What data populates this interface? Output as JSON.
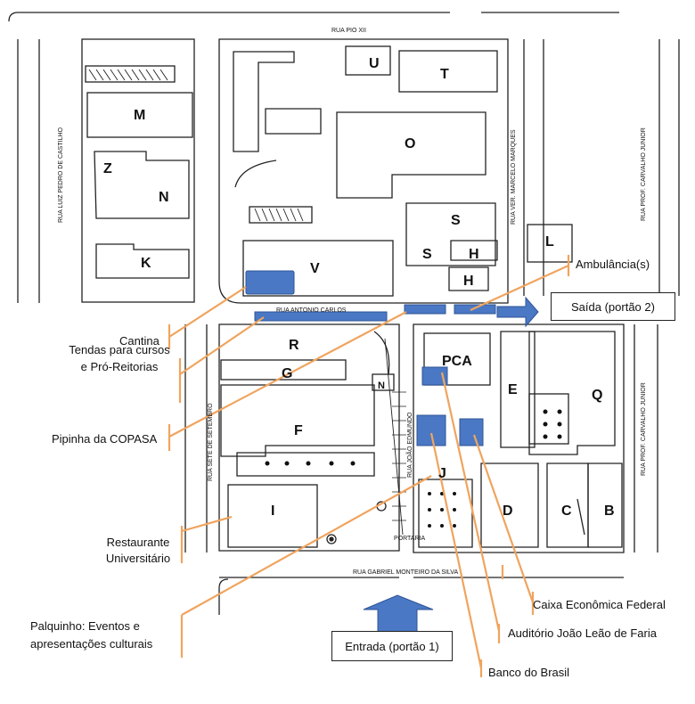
{
  "streets": {
    "top": "RUA PIO XII",
    "bottom": "RUA GABRIEL MONTEIRO DA SILVA",
    "left": "RUA LUIZ PEDRO DE CASTILHO",
    "right_upper": "RUA PROF. CARVALHO JUNIOR",
    "right_lower": "RUA PROF. CARVALHO JUNIOR",
    "middle_vertical": "RUA VER. MARCELO MARQUES",
    "middle_horizontal": "RUA ANTONIO CARLOS",
    "sete_setembro": "RUA SETE DE SETEMBRO",
    "joao_edmundo": "RUA JOÃO EDMUNDO"
  },
  "buildings": [
    "U",
    "T",
    "M",
    "O",
    "Z",
    "N",
    "S",
    "S",
    "H",
    "H",
    "K",
    "V",
    "L",
    "R",
    "PCA",
    "G",
    "N",
    "E",
    "Q",
    "F",
    "J",
    "D",
    "C",
    "B",
    "I"
  ],
  "gate": "PORTARIA",
  "labels": {
    "cantina": "Cantina",
    "tendas_1": "Tendas para cursos",
    "tendas_2": "e Pró-Reitorias",
    "pipinha": "Pipinha da COPASA",
    "restaurante_1": "Restaurante",
    "restaurante_2": "Universitário",
    "palquinho_1": "Palquinho: Eventos e",
    "palquinho_2": "apresentações culturais",
    "ambulancia": "Ambulância(s)",
    "saida": "Saída (portão 2)",
    "entrada": "Entrada (portão 1)",
    "caixa": "Caixa Econômica Federal",
    "auditorio": "Auditório João Leão de Faria",
    "banco": "Banco do Brasil"
  },
  "colors": {
    "marker": "#4a78c4",
    "leader": "#f0a45e",
    "outline": "#222222"
  }
}
